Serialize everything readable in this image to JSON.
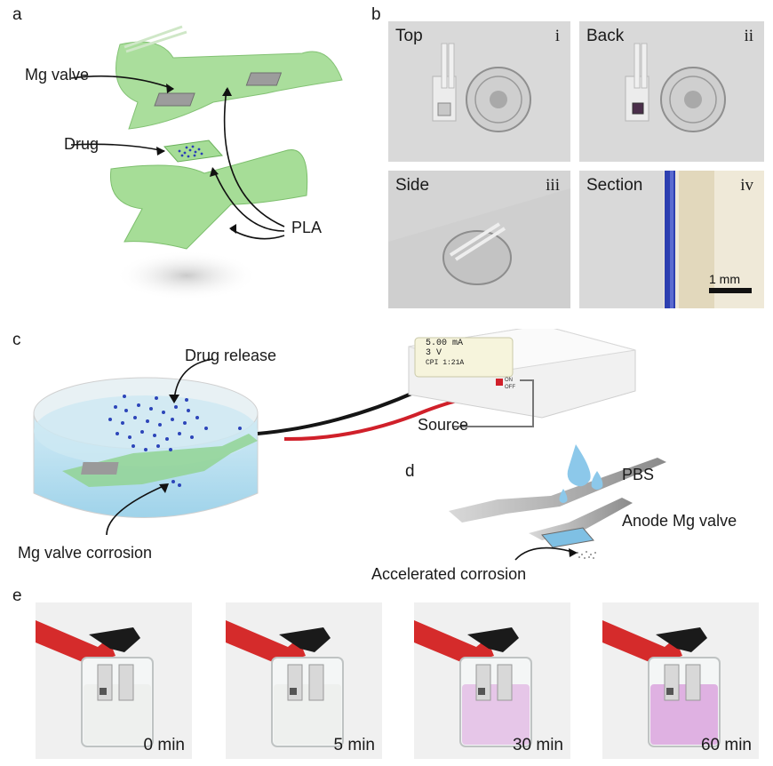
{
  "panels": {
    "a": {
      "letter": "a",
      "labels": {
        "mg_valve": "Mg valve",
        "drug": "Drug",
        "pla": "PLA"
      }
    },
    "b": {
      "letter": "b",
      "photos": [
        {
          "title": "Top",
          "roman": "i"
        },
        {
          "title": "Back",
          "roman": "ii"
        },
        {
          "title": "Side",
          "roman": "iii"
        },
        {
          "title": "Section",
          "roman": "iv"
        }
      ],
      "scale_bar": "1 mm"
    },
    "c": {
      "letter": "c",
      "labels": {
        "drug_release": "Drug release",
        "source": "Source",
        "corrosion": "Mg valve corrosion"
      },
      "device_display": {
        "current": "5.00 mA",
        "voltage": "3 V",
        "mode": "CPI 1:21A",
        "on": "ON",
        "off": "OFF"
      }
    },
    "d": {
      "letter": "d",
      "labels": {
        "pbs": "PBS",
        "anode": "Anode Mg valve",
        "accelerated": "Accelerated corrosion"
      }
    },
    "e": {
      "letter": "e",
      "photos": [
        {
          "time": "0 min",
          "liquid": "#eef0ee"
        },
        {
          "time": "5 min",
          "liquid": "#eef0ee"
        },
        {
          "time": "30 min",
          "liquid": "#e6c6e8"
        },
        {
          "time": "60 min",
          "liquid": "#dfb1e2"
        }
      ]
    }
  }
}
